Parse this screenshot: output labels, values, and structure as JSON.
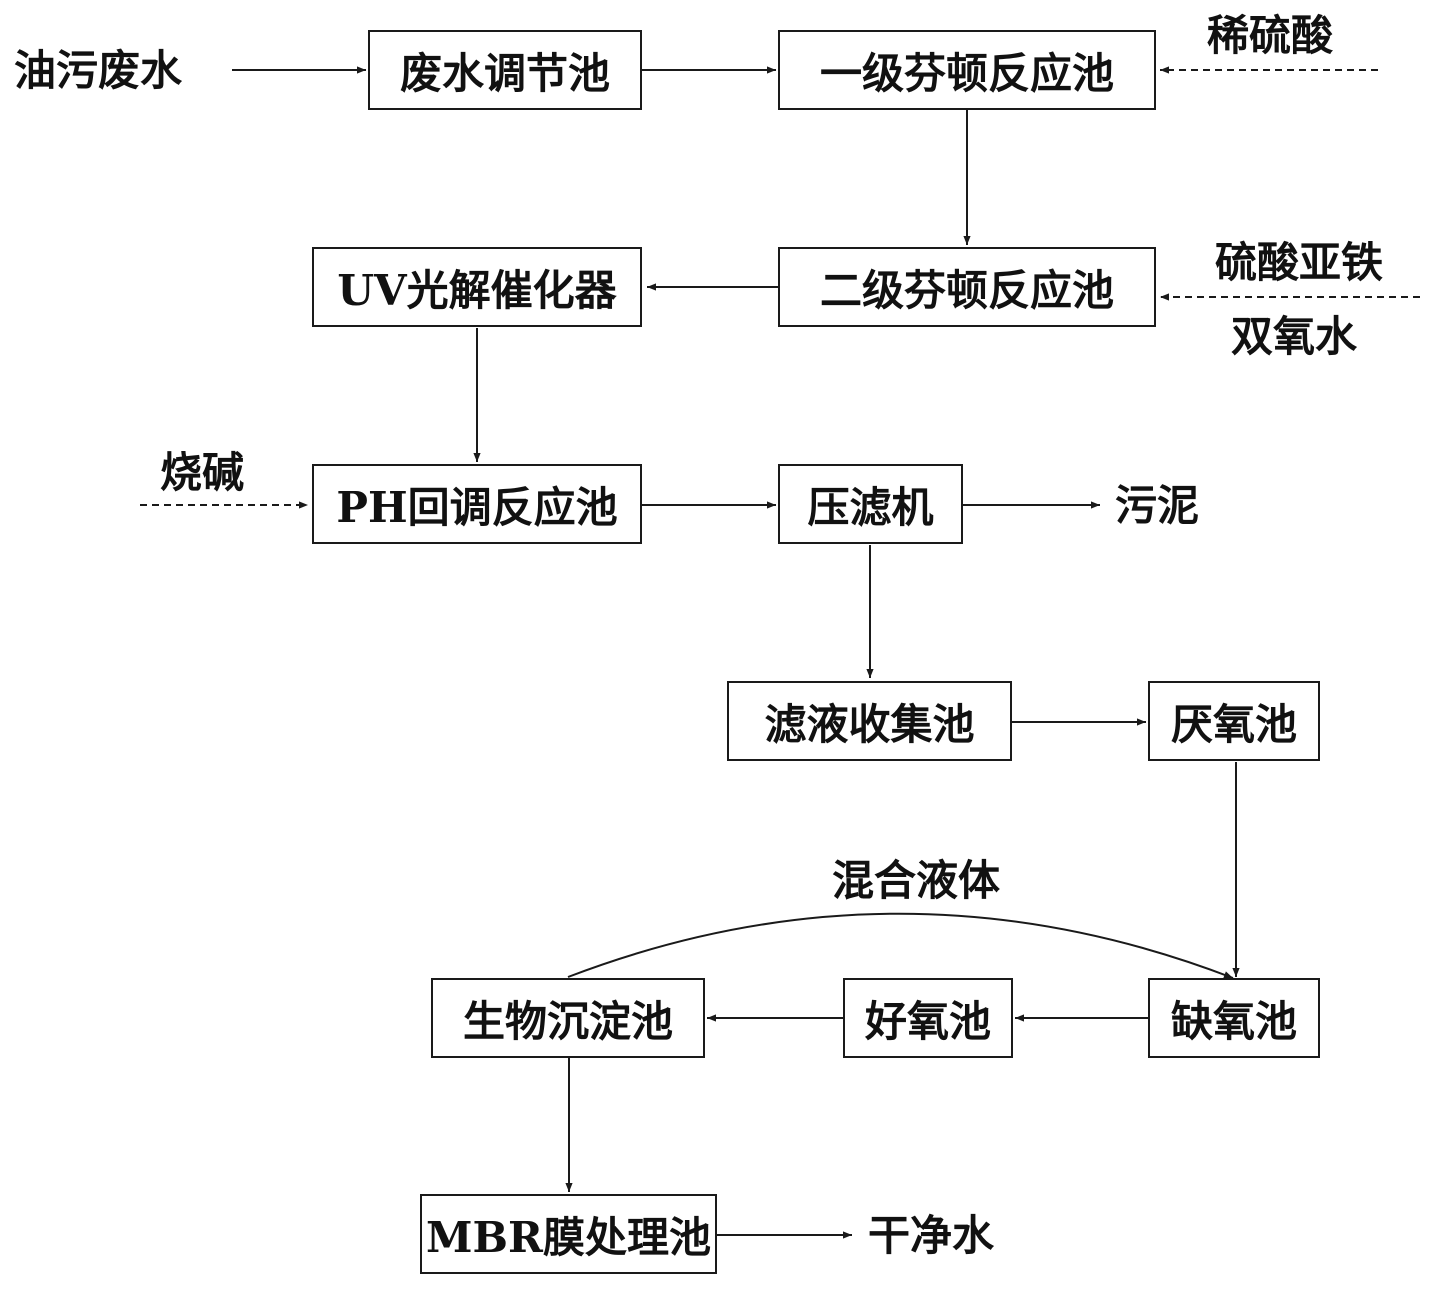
{
  "nodes": {
    "adjust_tank": "废水调节池",
    "fenton1": "一级芬顿反应池",
    "fenton2": "二级芬顿反应池",
    "uv": "UV光解催化器",
    "ph_tank": "PH回调反应池",
    "filter_press": "压滤机",
    "filtrate_tank": "滤液收集池",
    "anaerobic": "厌氧池",
    "anoxic": "缺氧池",
    "aerobic": "好氧池",
    "settling": "生物沉淀池",
    "mbr": "MBR膜处理池"
  },
  "labels": {
    "input": "油污废水",
    "dilute_acid": "稀硫酸",
    "ferrous_sulfate": "硫酸亚铁",
    "hydrogen_peroxide": "双氧水",
    "caustic_soda": "烧碱",
    "sludge": "污泥",
    "mixed_liquid": "混合液体",
    "clean_water": "干净水"
  }
}
